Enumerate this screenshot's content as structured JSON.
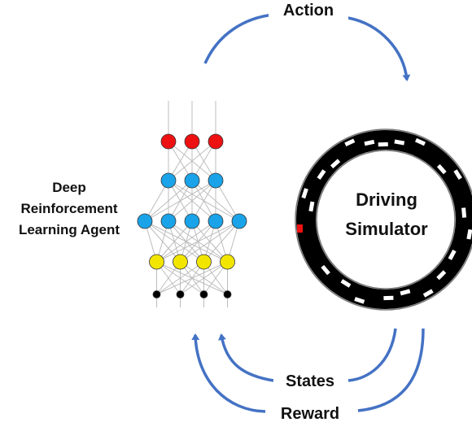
{
  "agent": {
    "line1": "Deep",
    "line2": "Reinforcement",
    "line3": "Learning Agent"
  },
  "simulator": {
    "line1": "Driving",
    "line2": "Simulator"
  },
  "arrows": {
    "action": "Action",
    "states": "States",
    "reward": "Reward"
  },
  "network": {
    "layers": [
      {
        "name": "input",
        "count": 4,
        "color": "#000000"
      },
      {
        "name": "hidden-1",
        "count": 4,
        "color": "#f2e600"
      },
      {
        "name": "hidden-2",
        "count": 5,
        "color": "#1aa3e8"
      },
      {
        "name": "hidden-3",
        "count": 3,
        "color": "#1aa3e8"
      },
      {
        "name": "output",
        "count": 3,
        "color": "#ee1111"
      }
    ]
  },
  "colors": {
    "arrow": "#4472c4",
    "track": "#000000",
    "car_markers": "#ffffff",
    "agent_car": "#ee1111"
  }
}
